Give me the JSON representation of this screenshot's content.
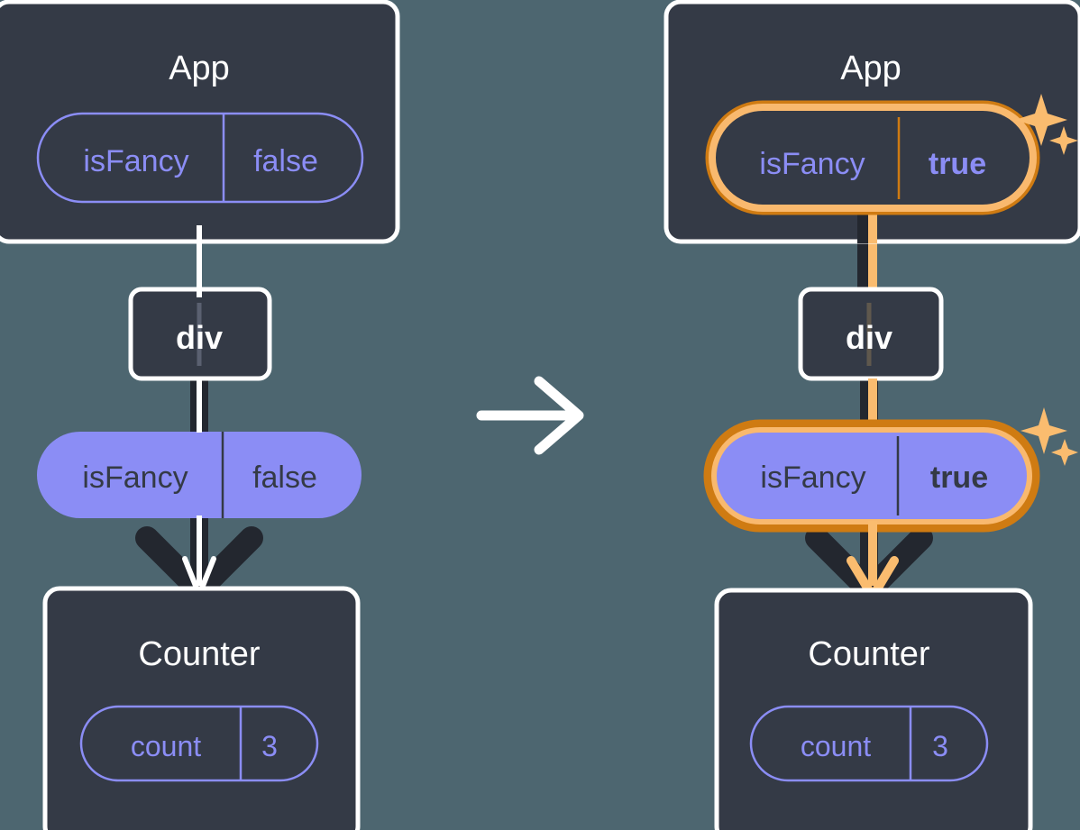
{
  "diagram": {
    "type": "react-state-propagation",
    "background_color": "#4d6670",
    "box_fill": "#343a46",
    "box_stroke": "#ffffff",
    "pill_outline_color": "#8b8df5",
    "pill_fill_color": "#8b8df5",
    "pill_text_dark": "#343a46",
    "highlight_ring_outer": "#cf7b12",
    "highlight_ring_inner": "#f9b96e",
    "highlight_line": "#fabc6f",
    "dark_arrow_color": "#23272f",
    "white_line_color": "#ffffff",
    "sparkle_color": "#fabc6f",
    "transition_arrow_label": "arrow-right"
  },
  "panels": [
    {
      "id": "before",
      "app": {
        "title": "App",
        "prop": {
          "name": "isFancy",
          "value": "false",
          "highlighted": false,
          "bold_value": false
        }
      },
      "div": {
        "title": "div"
      },
      "prop_pill": {
        "name": "isFancy",
        "value": "false",
        "highlighted": false,
        "bold_value": false
      },
      "counter": {
        "title": "Counter",
        "state": {
          "name": "count",
          "value": "3",
          "highlighted": false
        }
      },
      "sparkles": false
    },
    {
      "id": "after",
      "app": {
        "title": "App",
        "prop": {
          "name": "isFancy",
          "value": "true",
          "highlighted": true,
          "bold_value": true
        }
      },
      "div": {
        "title": "div"
      },
      "prop_pill": {
        "name": "isFancy",
        "value": "true",
        "highlighted": true,
        "bold_value": true
      },
      "counter": {
        "title": "Counter",
        "state": {
          "name": "count",
          "value": "3",
          "highlighted": false
        }
      },
      "sparkles": true
    }
  ]
}
